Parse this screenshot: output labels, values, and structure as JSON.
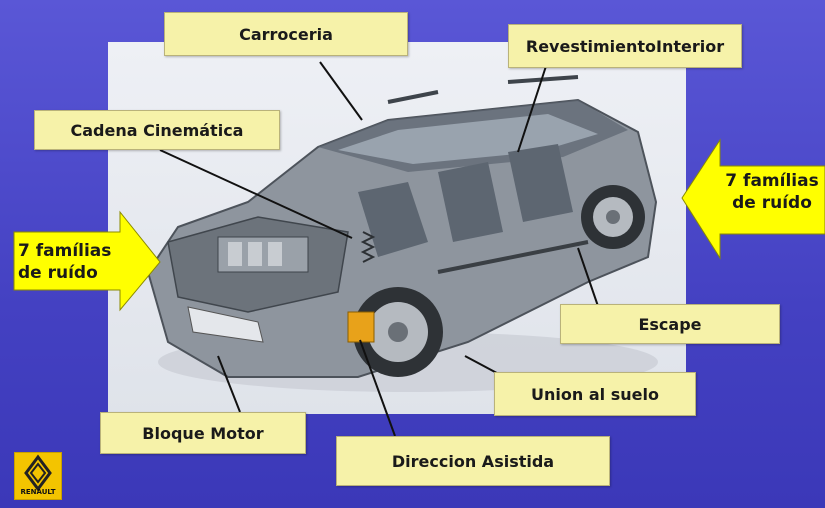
{
  "callouts": {
    "carroceria": "Carroceria",
    "revestimiento": "RevestimientoInterior",
    "cadena": "Cadena Cinemática",
    "escape": "Escape",
    "union": "Union al suelo",
    "bloque": "Bloque Motor",
    "direccion": "Direccion Asistida"
  },
  "arrows": {
    "right_line1": "7 famílias",
    "right_line2": "de ruído",
    "left_line1": "7 famílias",
    "left_line2": "de ruído"
  },
  "logo": {
    "text": "RENAULT",
    "color": "#f3c400"
  },
  "colors": {
    "background": "#4a47c9",
    "callout_fill": "#f6f2a9",
    "arrow_fill": "#ffff00"
  }
}
